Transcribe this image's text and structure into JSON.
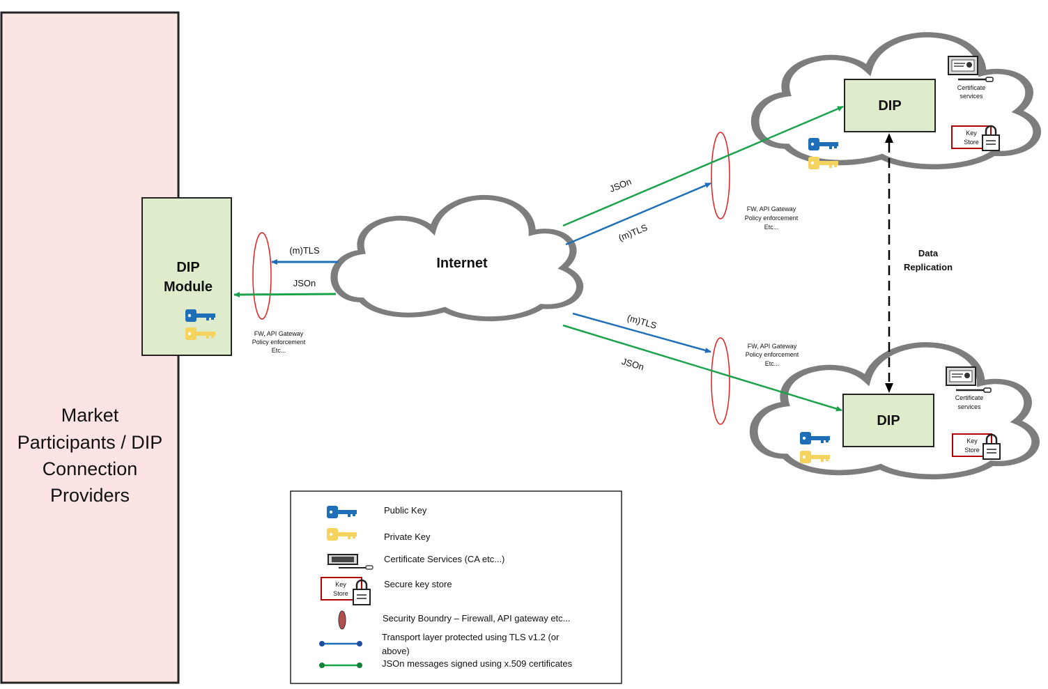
{
  "participants": {
    "lines": [
      "Market",
      "Participants / DIP",
      "Connection",
      "Providers"
    ]
  },
  "dip_module": {
    "line1": "DIP",
    "line2": "Module"
  },
  "internet": {
    "label": "Internet"
  },
  "dip_top": {
    "label": "DIP"
  },
  "dip_bottom": {
    "label": "DIP"
  },
  "cert_services": {
    "line1": "Certificate",
    "line2": "services"
  },
  "key_store": {
    "line1": "Key",
    "line2": "Store"
  },
  "boundary_text": {
    "line1": "FW, API Gateway",
    "line2": "Policy enforcement",
    "line3": "Etc..."
  },
  "links": {
    "mtls": "(m)TLS",
    "json": "JSOn"
  },
  "replication": {
    "line1": "Data",
    "line2": "Replication"
  },
  "legend": {
    "public_key": "Public Key",
    "private_key": "Private Key",
    "cert_services": "Certificate Services (CA etc...)",
    "key_store": "Secure key store",
    "boundary": "Security Boundry – Firewall, API gateway etc...",
    "tls_line1": "Transport layer protected using TLS v1.2 (or",
    "tls_line2": "above)",
    "json_signed": "JSOn messages signed using x.509 certificates"
  },
  "colors": {
    "tls": "#1f6fb8",
    "json": "#1aa34a",
    "boundary": "#e02020",
    "dip_fill": "#dfeccc",
    "participant_fill": "#fde4e4",
    "public_key": "#1f6fb8",
    "private_key": "#f4d35e"
  }
}
